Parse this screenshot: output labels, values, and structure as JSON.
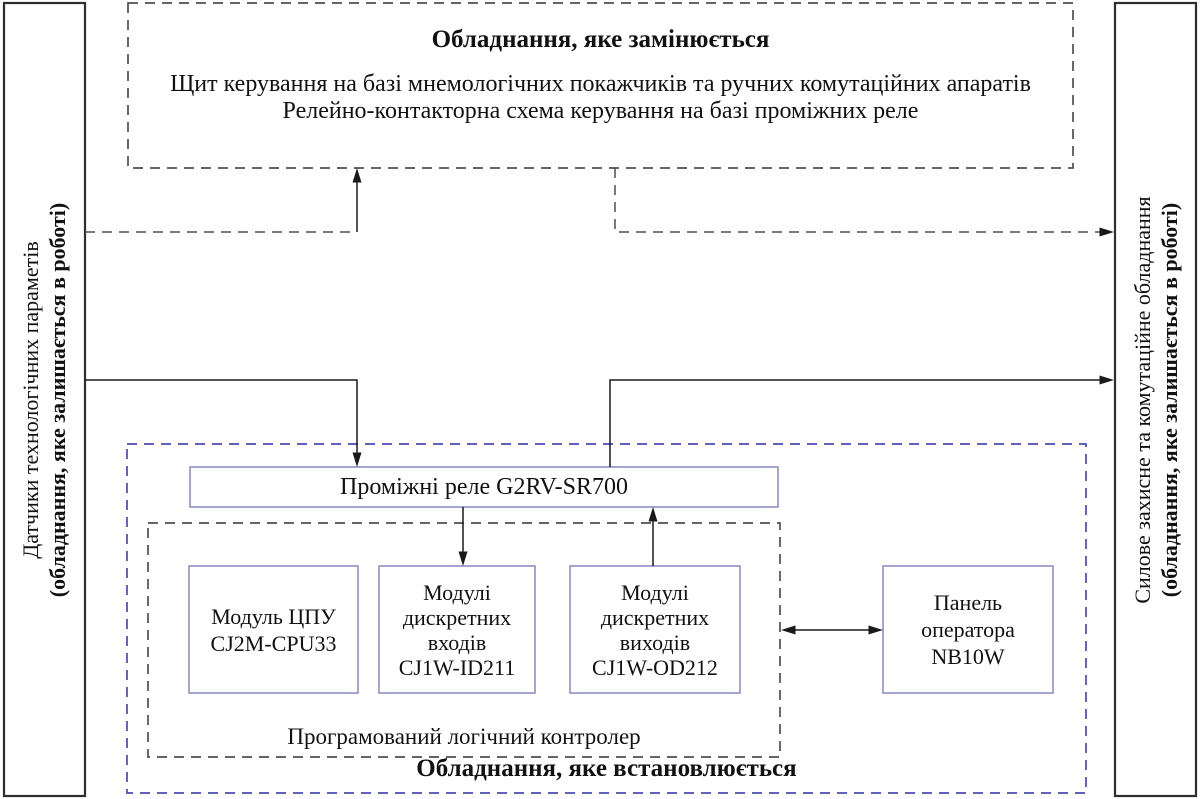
{
  "sidebars": {
    "left": {
      "line1": "Датчики технологічних параметів",
      "line2": "(обладнання, яке залишається в роботі)"
    },
    "right": {
      "line1": "Силове захисне та комутаційне обладнання",
      "line2": "(обладнання, яке залишається в роботі)"
    }
  },
  "replaced": {
    "title": "Обладнання, яке замінюється",
    "line1": "Щит керування на базі мнемологічних покажчиків та ручних комутаційних апаратів",
    "line2": "Релейно-контакторна схема керування на базі проміжних реле"
  },
  "installed": {
    "title": "Обладнання, яке встановлюється",
    "relay_label": "Проміжні реле G2RV-SR700",
    "plc": {
      "label": "Програмований логічний контролер",
      "modules": [
        {
          "lines": [
            "Модуль ЦПУ",
            "CJ2M-CPU33"
          ]
        },
        {
          "lines": [
            "Модулі",
            "дискретних",
            "входів",
            "CJ1W-ID211"
          ]
        },
        {
          "lines": [
            "Модулі",
            "дискретних",
            "виходів",
            "CJ1W-OD212"
          ]
        }
      ]
    },
    "panel": {
      "lines": [
        "Панель",
        "оператора",
        "NB10W"
      ]
    }
  },
  "colors": {
    "line": "#1a1a1a",
    "gray_dash": "#4f4f4f",
    "blue_dash": "#4a4ab5",
    "component_border": "#8787c4",
    "sidebar_border": "#2e2e2e",
    "text": "#111111",
    "background": "#ffffff"
  }
}
